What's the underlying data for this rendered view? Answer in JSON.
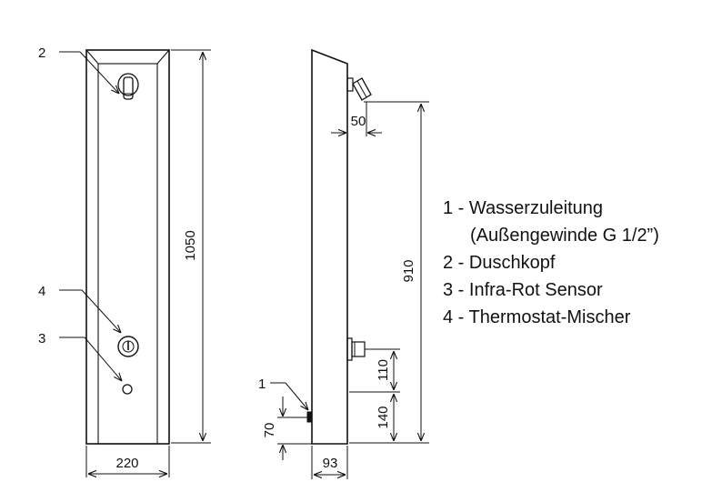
{
  "callouts": {
    "front_duschkopf": "2",
    "front_mischer": "4",
    "front_sensor": "3",
    "side_zuleitung": "1"
  },
  "dimensions": {
    "front_width": "220",
    "front_height": "1050",
    "side_depth": "93",
    "side_head_offset": "50",
    "side_height": "910",
    "side_mixer": "110",
    "side_lower": "140",
    "side_inlet": "70"
  },
  "legend": {
    "line1": "1 - Wasserzuleitung",
    "line1b": "(Außengewinde G 1/2”)",
    "line2": "2 - Duschkopf",
    "line3": "3 - Infra-Rot Sensor",
    "line4": "4 - Thermostat-Mischer"
  }
}
